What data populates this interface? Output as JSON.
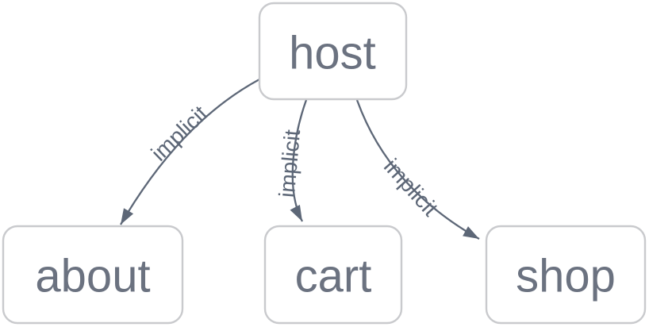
{
  "diagram": {
    "type": "graph",
    "background": "#ffffff",
    "colors": {
      "node_fill": "#ffffff",
      "node_border": "#c9cacd",
      "node_text": "#6b7280",
      "edge_stroke": "#5d6777",
      "edge_label_text": "#5d6777"
    },
    "nodes": [
      {
        "id": "host",
        "label": "host"
      },
      {
        "id": "about",
        "label": "about"
      },
      {
        "id": "cart",
        "label": "cart"
      },
      {
        "id": "shop",
        "label": "shop"
      }
    ],
    "edges": [
      {
        "from": "host",
        "to": "about",
        "label": "implicit"
      },
      {
        "from": "host",
        "to": "cart",
        "label": "implicit"
      },
      {
        "from": "host",
        "to": "shop",
        "label": "implicit"
      }
    ]
  }
}
